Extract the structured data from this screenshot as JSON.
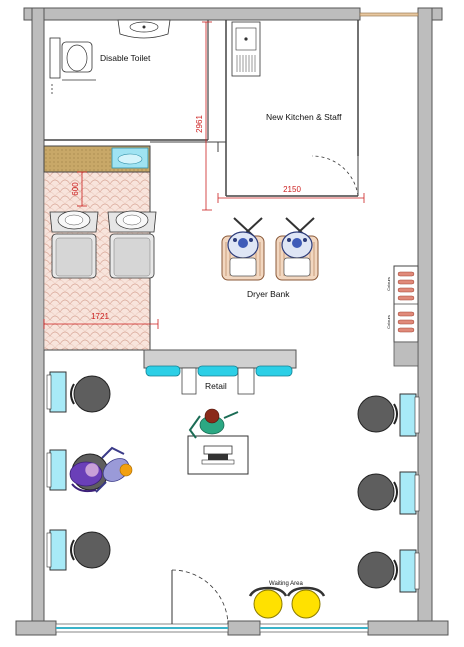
{
  "rooms": {
    "toilet": "Disable Toilet",
    "kitchen": "New Kitchen & Staff",
    "dryer_bank": "Dryer Bank",
    "retail": "Retail",
    "waiting": "Waiting Area"
  },
  "dimensions": {
    "kitchen_height": "2961",
    "kitchen_width": "2150",
    "basin_depth": "600",
    "wash_width": "1721"
  },
  "rack_labels": {
    "top": "Colours",
    "bottom": "Colours"
  },
  "colors": {
    "wall": "#b9b9b9",
    "station_blue": "#9fe3f2",
    "chair_grey": "#5e5e5e",
    "waiting_chair": "#ffe100",
    "dimension": "#cc1f1f",
    "tile": "#f6dfd6"
  }
}
